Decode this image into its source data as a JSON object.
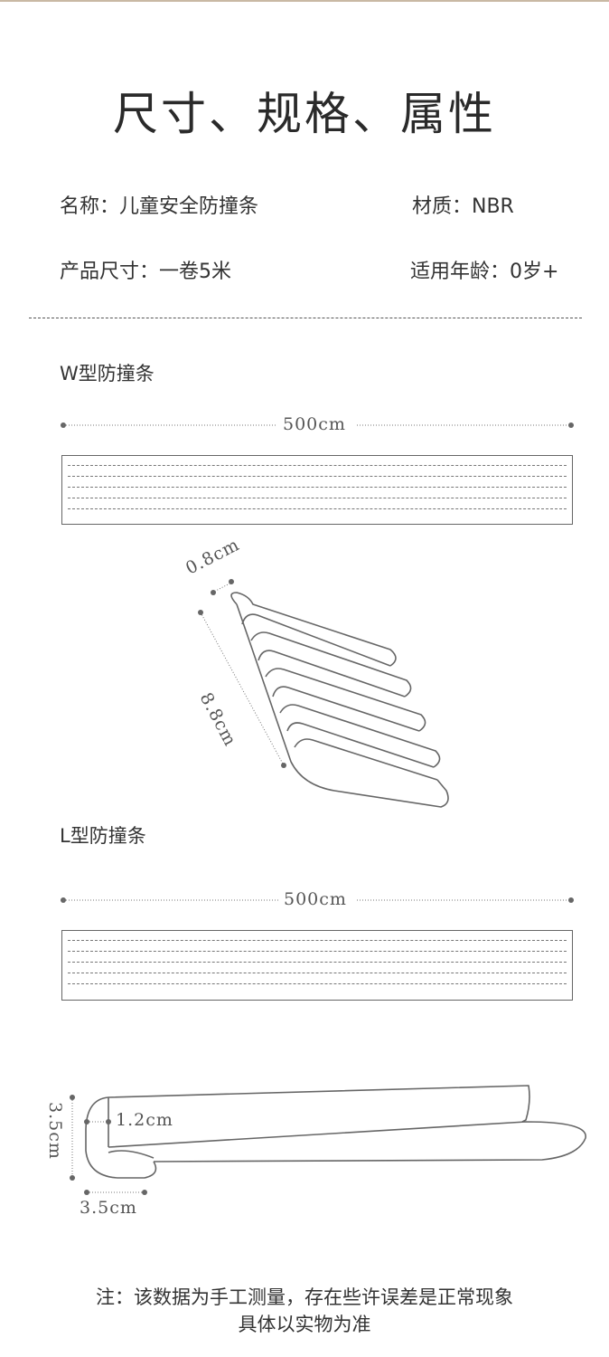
{
  "title": "尺寸、规格、属性",
  "specs": {
    "name": "名称：儿童安全防撞条",
    "material": "材质：NBR",
    "size": "产品尺寸：一卷5米",
    "age": "适用年龄：0岁+"
  },
  "w_type": {
    "label": "W型防撞条",
    "length": "500cm",
    "thickness": "0.8cm",
    "width": "8.8cm"
  },
  "l_type": {
    "label": "L型防撞条",
    "length": "500cm",
    "inner": "1.2cm",
    "height": "3.5cm",
    "depth": "3.5cm"
  },
  "note": {
    "line1": "注：该数据为手工测量，存在些许误差是正常现象",
    "line2": "具体以实物为准"
  }
}
